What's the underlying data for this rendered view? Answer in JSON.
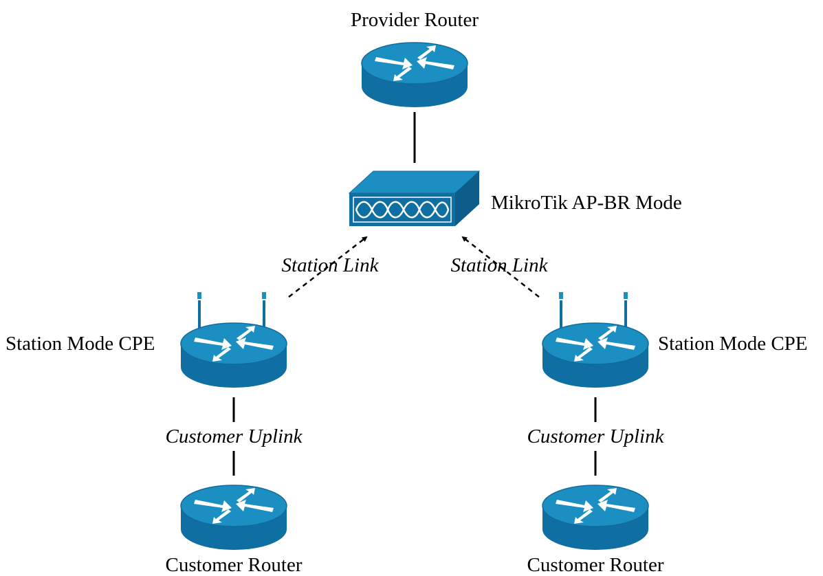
{
  "colors": {
    "device_body": "#0f6ea2",
    "device_top": "#1b8fc2",
    "device_rim": "#136a9a",
    "link": "#000000",
    "background": "#ffffff"
  },
  "nodes": {
    "provider_router": {
      "label": "Provider Router",
      "icon": "router-icon"
    },
    "ap": {
      "label": "MikroTik AP-BR Mode",
      "icon": "access-point-switch-icon"
    },
    "cpe_left": {
      "label": "Station Mode CPE",
      "icon": "wireless-router-icon"
    },
    "cpe_right": {
      "label": "Station Mode CPE",
      "icon": "wireless-router-icon"
    },
    "customer_left": {
      "label": "Customer Router",
      "icon": "router-icon"
    },
    "customer_right": {
      "label": "Customer Router",
      "icon": "router-icon"
    }
  },
  "links": {
    "station_left": {
      "label": "Station Link",
      "style": "dashed-arrow"
    },
    "station_right": {
      "label": "Station Link",
      "style": "dashed-arrow"
    },
    "uplink_left": {
      "label": "Customer Uplink",
      "style": "solid"
    },
    "uplink_right": {
      "label": "Customer Uplink",
      "style": "solid"
    }
  }
}
